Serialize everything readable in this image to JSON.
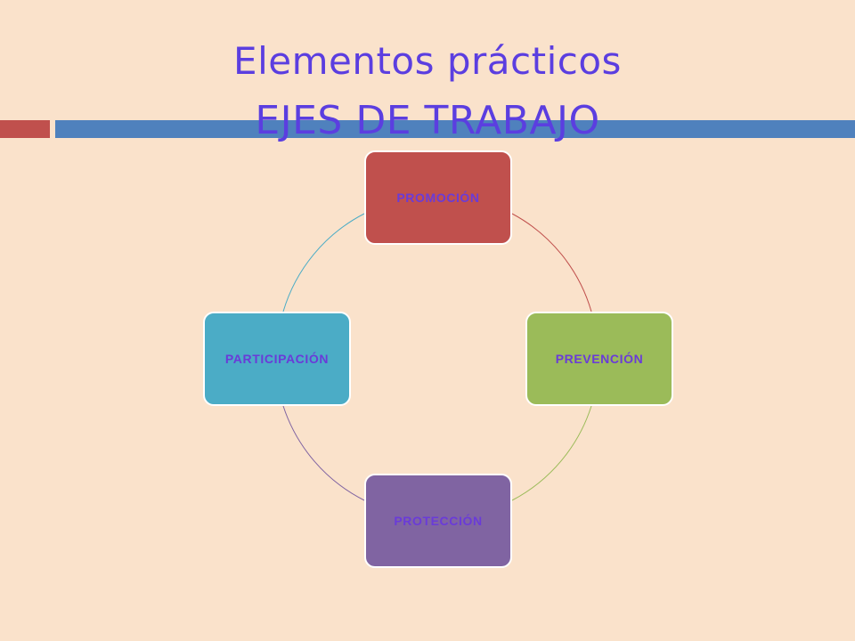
{
  "title": {
    "line1": "Elementos prácticos",
    "line2": "EJES  DE TRABAJO",
    "color": "#5b3ee0"
  },
  "background_color": "#fae2cb",
  "header_rule": {
    "left_color": "#c0504d",
    "right_color": "#4f81bd"
  },
  "diagram": {
    "type": "cycle",
    "nodes": [
      {
        "id": "promocion",
        "label": "PROMOCIÓN",
        "color": "#c0504d"
      },
      {
        "id": "prevencion",
        "label": "PREVENCIÓN",
        "color": "#9bbb59"
      },
      {
        "id": "proteccion",
        "label": "PROTECCIÓN",
        "color": "#8064a2"
      },
      {
        "id": "participacion",
        "label": "PARTICIPACIÓN",
        "color": "#4bacc6"
      }
    ],
    "label_color": "#6a3bd8"
  }
}
